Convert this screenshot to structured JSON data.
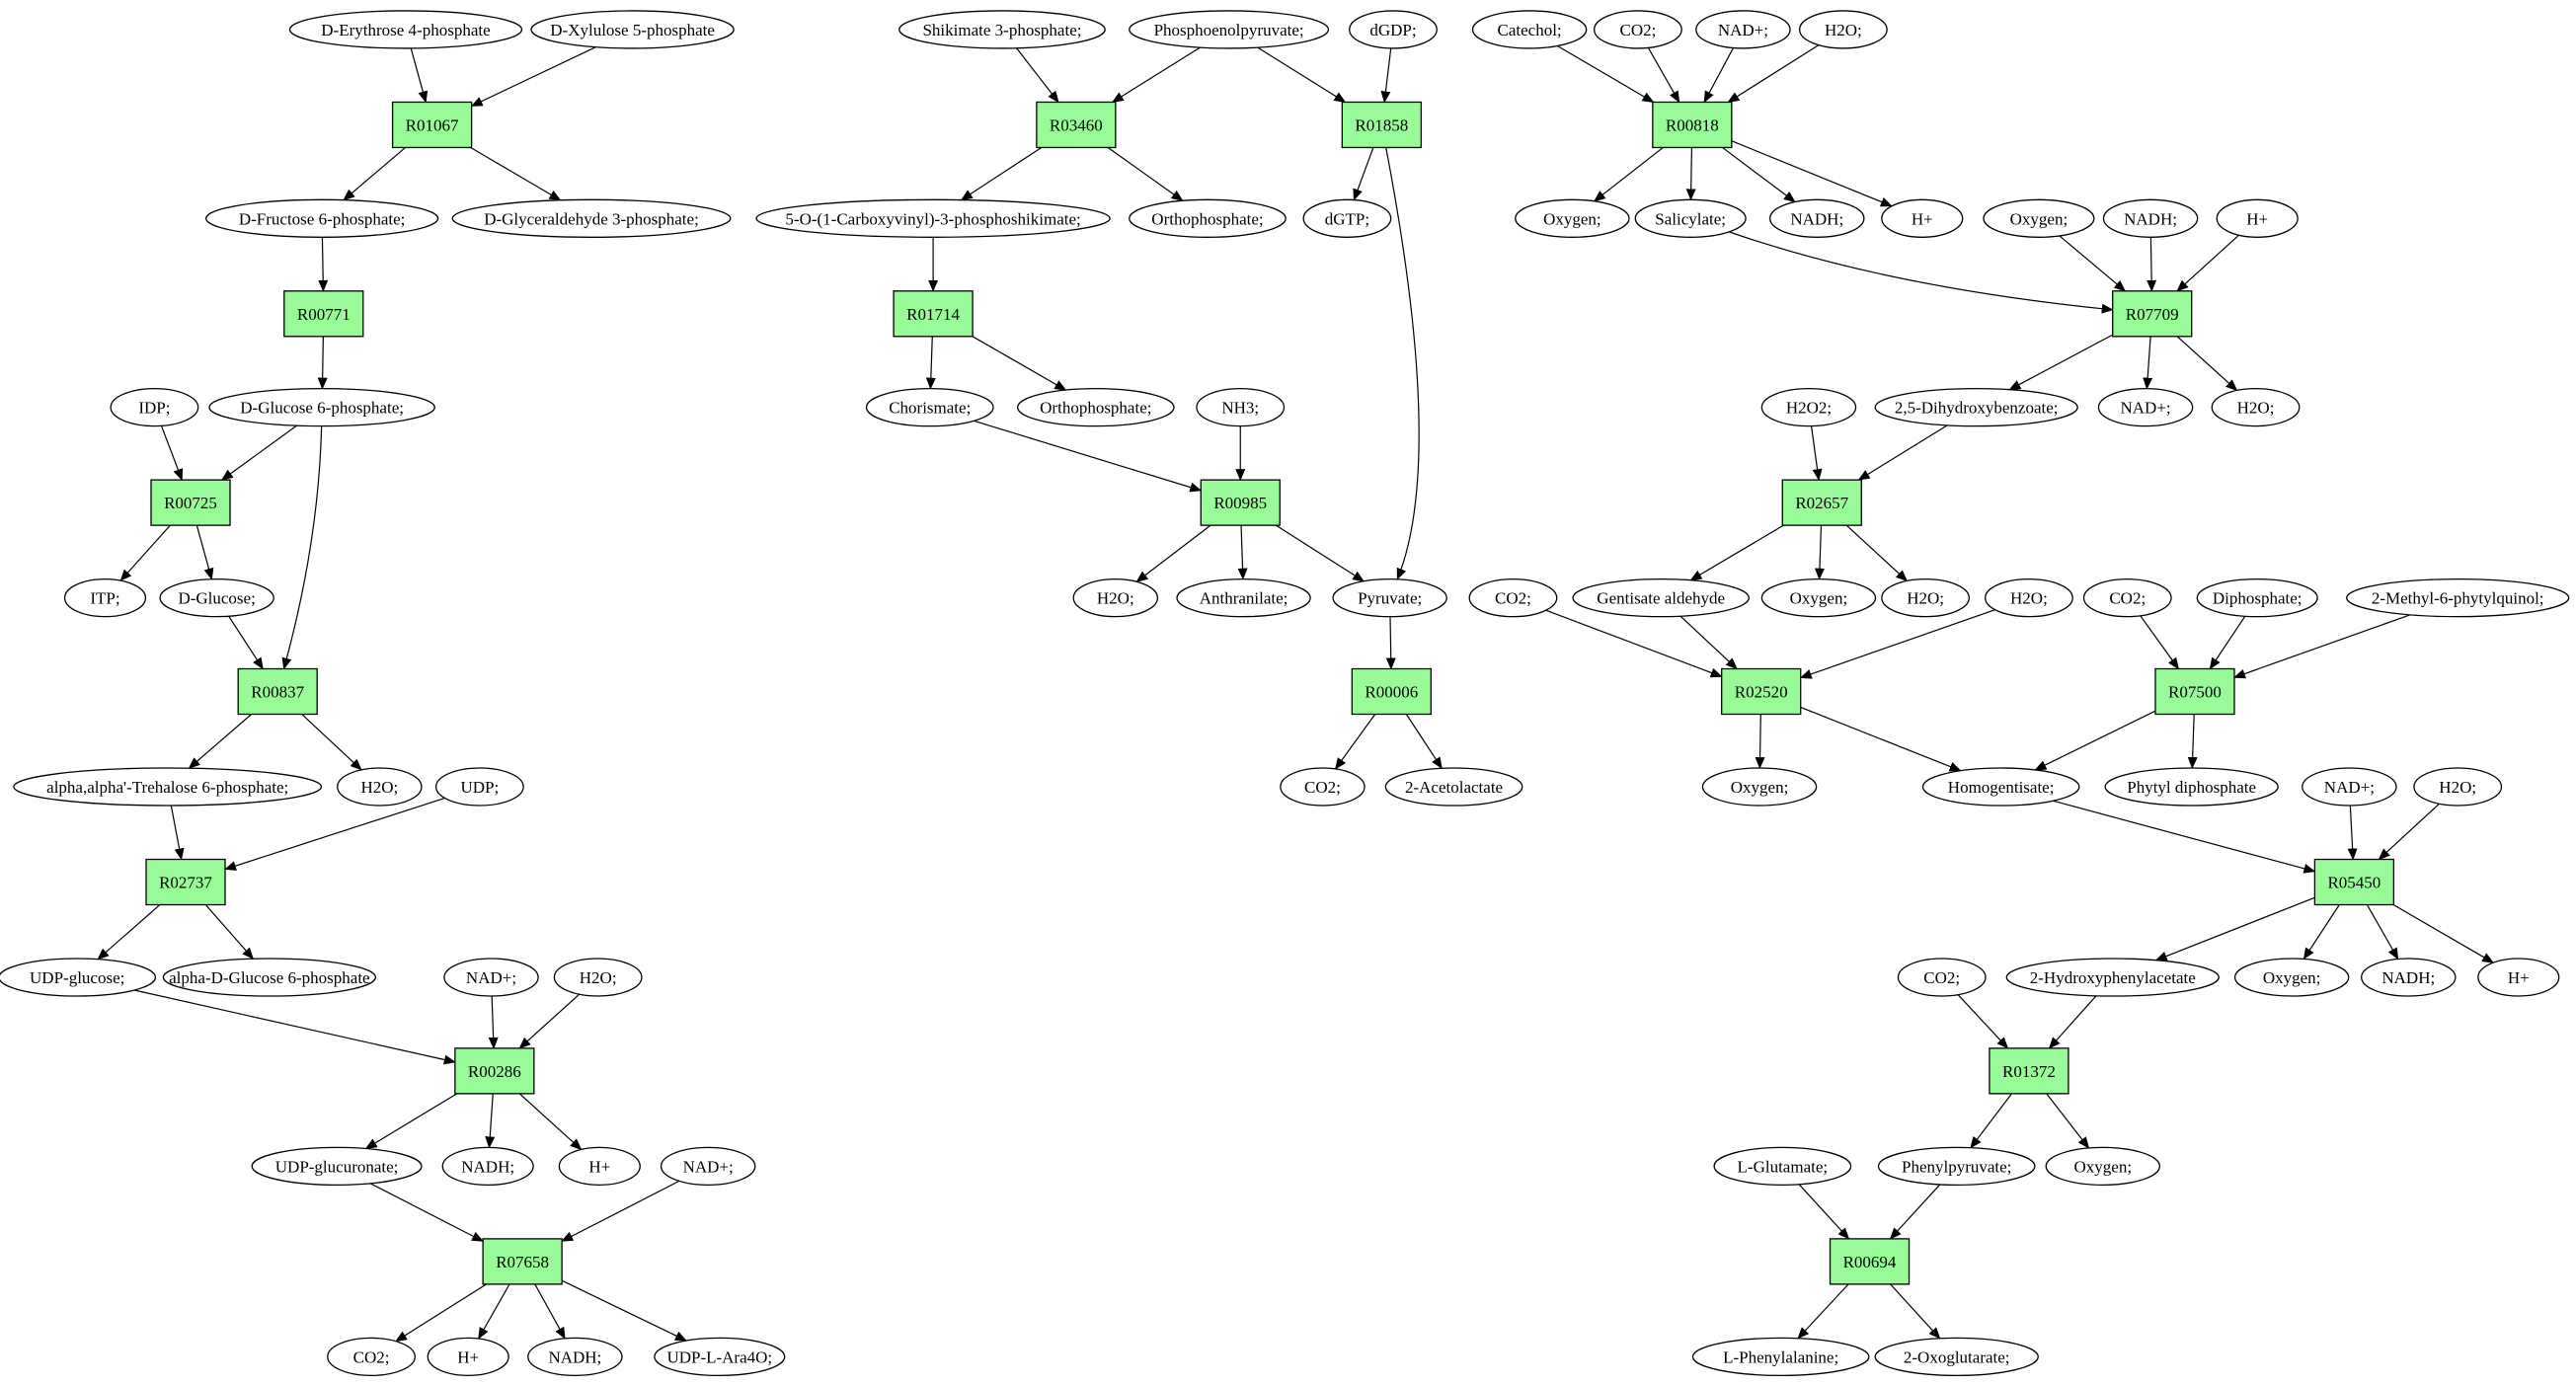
{
  "colors": {
    "reaction_fill": "#98fb98",
    "start_fill": "#00ee00",
    "target_fill": "#ffff00",
    "default_fill": "#ffffff",
    "stroke": "#000000"
  },
  "reactions": [
    {
      "id": "R01067",
      "label": "R01067"
    },
    {
      "id": "R00771",
      "label": "R00771"
    },
    {
      "id": "R00725",
      "label": "R00725"
    },
    {
      "id": "R00837",
      "label": "R00837"
    },
    {
      "id": "R02737",
      "label": "R02737"
    },
    {
      "id": "R00286",
      "label": "R00286"
    },
    {
      "id": "R07658",
      "label": "R07658"
    },
    {
      "id": "R03460",
      "label": "R03460"
    },
    {
      "id": "R01858",
      "label": "R01858"
    },
    {
      "id": "R01714",
      "label": "R01714"
    },
    {
      "id": "R00985",
      "label": "R00985"
    },
    {
      "id": "R00006",
      "label": "R00006"
    },
    {
      "id": "R00818",
      "label": "R00818"
    },
    {
      "id": "R07709",
      "label": "R07709"
    },
    {
      "id": "R02657",
      "label": "R02657"
    },
    {
      "id": "R02520",
      "label": "R02520"
    },
    {
      "id": "R07500",
      "label": "R07500"
    },
    {
      "id": "R05450",
      "label": "R05450"
    },
    {
      "id": "R01372",
      "label": "R01372"
    },
    {
      "id": "R00694",
      "label": "R00694"
    }
  ],
  "metabolites": [
    {
      "id": "m1",
      "label": "D-Erythrose 4-phosphate",
      "role": "start"
    },
    {
      "id": "m2",
      "label": "D-Xylulose 5-phosphate"
    },
    {
      "id": "m3",
      "label": "D-Fructose 6-phosphate;"
    },
    {
      "id": "m4",
      "label": "D-Glyceraldehyde 3-phosphate;"
    },
    {
      "id": "m5",
      "label": "D-Glucose 6-phosphate;"
    },
    {
      "id": "m6",
      "label": "IDP;"
    },
    {
      "id": "m7",
      "label": "ITP;"
    },
    {
      "id": "m8",
      "label": "D-Glucose;"
    },
    {
      "id": "m9",
      "label": "alpha,alpha'-Trehalose 6-phosphate;"
    },
    {
      "id": "m10",
      "label": "H2O;"
    },
    {
      "id": "m11",
      "label": "UDP;"
    },
    {
      "id": "m12",
      "label": "UDP-glucose;"
    },
    {
      "id": "m13",
      "label": "alpha-D-Glucose 6-phosphate"
    },
    {
      "id": "m14",
      "label": "NAD+;"
    },
    {
      "id": "m15",
      "label": "H2O;"
    },
    {
      "id": "m16",
      "label": "UDP-glucuronate;"
    },
    {
      "id": "m17",
      "label": "NADH;"
    },
    {
      "id": "m18",
      "label": "H+"
    },
    {
      "id": "m19",
      "label": "NAD+;"
    },
    {
      "id": "m20",
      "label": "CO2;"
    },
    {
      "id": "m21",
      "label": "H+"
    },
    {
      "id": "m22",
      "label": "NADH;"
    },
    {
      "id": "m23",
      "label": "UDP-L-Ara4O;"
    },
    {
      "id": "m24",
      "label": "Shikimate 3-phosphate;"
    },
    {
      "id": "m25",
      "label": "Phosphoenolpyruvate;",
      "role": "start"
    },
    {
      "id": "m26",
      "label": "dGDP;"
    },
    {
      "id": "m27",
      "label": "5-O-(1-Carboxyvinyl)-3-phosphoshikimate;"
    },
    {
      "id": "m28",
      "label": "Orthophosphate;"
    },
    {
      "id": "m29",
      "label": "dGTP;"
    },
    {
      "id": "m30",
      "label": "Chorismate;"
    },
    {
      "id": "m31",
      "label": "Orthophosphate;"
    },
    {
      "id": "m32",
      "label": "NH3;"
    },
    {
      "id": "m33",
      "label": "H2O;"
    },
    {
      "id": "m34",
      "label": "Anthranilate;"
    },
    {
      "id": "m35",
      "label": "Pyruvate;"
    },
    {
      "id": "m36",
      "label": "CO2;"
    },
    {
      "id": "m37",
      "label": "2-Acetolactate"
    },
    {
      "id": "m38",
      "label": "Catechol;"
    },
    {
      "id": "m39",
      "label": "CO2;"
    },
    {
      "id": "m40",
      "label": "NAD+;"
    },
    {
      "id": "m41",
      "label": "H2O;"
    },
    {
      "id": "m42",
      "label": "Oxygen;"
    },
    {
      "id": "m43",
      "label": "Salicylate;"
    },
    {
      "id": "m44",
      "label": "NADH;"
    },
    {
      "id": "m45",
      "label": "H+"
    },
    {
      "id": "m46",
      "label": "Oxygen;"
    },
    {
      "id": "m47",
      "label": "NADH;"
    },
    {
      "id": "m48",
      "label": "H+"
    },
    {
      "id": "m49",
      "label": "H2O2;"
    },
    {
      "id": "m50",
      "label": "2,5-Dihydroxybenzoate;"
    },
    {
      "id": "m51",
      "label": "NAD+;"
    },
    {
      "id": "m52",
      "label": "H2O;"
    },
    {
      "id": "m53",
      "label": "Gentisate aldehyde"
    },
    {
      "id": "m54",
      "label": "Oxygen;"
    },
    {
      "id": "m55",
      "label": "H2O;"
    },
    {
      "id": "m56",
      "label": "CO2;"
    },
    {
      "id": "m57",
      "label": "H2O;"
    },
    {
      "id": "m58",
      "label": "CO2;"
    },
    {
      "id": "m59",
      "label": "Diphosphate;"
    },
    {
      "id": "m60",
      "label": "2-Methyl-6-phytylquinol;"
    },
    {
      "id": "m61",
      "label": "Oxygen;"
    },
    {
      "id": "m62",
      "label": "Homogentisate;"
    },
    {
      "id": "m63",
      "label": "Phytyl diphosphate"
    },
    {
      "id": "m64",
      "label": "NAD+;"
    },
    {
      "id": "m65",
      "label": "H2O;"
    },
    {
      "id": "m66",
      "label": "CO2;"
    },
    {
      "id": "m67",
      "label": "2-Hydroxyphenylacetate"
    },
    {
      "id": "m68",
      "label": "Oxygen;"
    },
    {
      "id": "m69",
      "label": "NADH;"
    },
    {
      "id": "m70",
      "label": "H+"
    },
    {
      "id": "m71",
      "label": "L-Glutamate;"
    },
    {
      "id": "m72",
      "label": "Phenylpyruvate;"
    },
    {
      "id": "m73",
      "label": "Oxygen;"
    },
    {
      "id": "m74",
      "label": "L-Phenylalanine;",
      "role": "target"
    },
    {
      "id": "m75",
      "label": "2-Oxoglutarate;"
    }
  ],
  "edges": [
    [
      "m1",
      "R01067"
    ],
    [
      "m2",
      "R01067"
    ],
    [
      "R01067",
      "m3"
    ],
    [
      "R01067",
      "m4"
    ],
    [
      "m3",
      "R00771"
    ],
    [
      "R00771",
      "m5"
    ],
    [
      "m6",
      "R00725"
    ],
    [
      "m5",
      "R00725"
    ],
    [
      "R00725",
      "m7"
    ],
    [
      "R00725",
      "m8"
    ],
    [
      "m5",
      "R00837"
    ],
    [
      "m8",
      "R00837"
    ],
    [
      "R00837",
      "m9"
    ],
    [
      "R00837",
      "m10"
    ],
    [
      "m9",
      "R02737"
    ],
    [
      "m11",
      "R02737"
    ],
    [
      "R02737",
      "m12"
    ],
    [
      "R02737",
      "m13"
    ],
    [
      "m12",
      "R00286"
    ],
    [
      "m14",
      "R00286"
    ],
    [
      "m15",
      "R00286"
    ],
    [
      "R00286",
      "m16"
    ],
    [
      "R00286",
      "m17"
    ],
    [
      "R00286",
      "m18"
    ],
    [
      "m16",
      "R07658"
    ],
    [
      "m19",
      "R07658"
    ],
    [
      "R07658",
      "m20"
    ],
    [
      "R07658",
      "m21"
    ],
    [
      "R07658",
      "m22"
    ],
    [
      "R07658",
      "m23"
    ],
    [
      "m24",
      "R03460"
    ],
    [
      "m25",
      "R03460"
    ],
    [
      "R03460",
      "m27"
    ],
    [
      "R03460",
      "m28"
    ],
    [
      "m25",
      "R01858"
    ],
    [
      "m26",
      "R01858"
    ],
    [
      "R01858",
      "m29"
    ],
    [
      "R01858",
      "m35"
    ],
    [
      "m27",
      "R01714"
    ],
    [
      "R01714",
      "m30"
    ],
    [
      "R01714",
      "m31"
    ],
    [
      "m30",
      "R00985"
    ],
    [
      "m32",
      "R00985"
    ],
    [
      "R00985",
      "m33"
    ],
    [
      "R00985",
      "m34"
    ],
    [
      "R00985",
      "m35"
    ],
    [
      "m35",
      "R00006"
    ],
    [
      "R00006",
      "m36"
    ],
    [
      "R00006",
      "m37"
    ],
    [
      "m38",
      "R00818"
    ],
    [
      "m39",
      "R00818"
    ],
    [
      "m40",
      "R00818"
    ],
    [
      "m41",
      "R00818"
    ],
    [
      "R00818",
      "m42"
    ],
    [
      "R00818",
      "m43"
    ],
    [
      "R00818",
      "m44"
    ],
    [
      "R00818",
      "m45"
    ],
    [
      "m43",
      "R07709"
    ],
    [
      "m46",
      "R07709"
    ],
    [
      "m47",
      "R07709"
    ],
    [
      "m48",
      "R07709"
    ],
    [
      "R07709",
      "m50"
    ],
    [
      "R07709",
      "m51"
    ],
    [
      "R07709",
      "m52"
    ],
    [
      "m49",
      "R02657"
    ],
    [
      "m50",
      "R02657"
    ],
    [
      "R02657",
      "m53"
    ],
    [
      "R02657",
      "m54"
    ],
    [
      "R02657",
      "m55"
    ],
    [
      "m56",
      "R02520"
    ],
    [
      "m53",
      "R02520"
    ],
    [
      "m57",
      "R02520"
    ],
    [
      "R02520",
      "m61"
    ],
    [
      "R02520",
      "m62"
    ],
    [
      "m58",
      "R07500"
    ],
    [
      "m59",
      "R07500"
    ],
    [
      "m60",
      "R07500"
    ],
    [
      "R07500",
      "m62"
    ],
    [
      "R07500",
      "m63"
    ],
    [
      "m62",
      "R05450"
    ],
    [
      "m64",
      "R05450"
    ],
    [
      "m65",
      "R05450"
    ],
    [
      "R05450",
      "m67"
    ],
    [
      "R05450",
      "m68"
    ],
    [
      "R05450",
      "m69"
    ],
    [
      "R05450",
      "m70"
    ],
    [
      "m66",
      "R01372"
    ],
    [
      "m67",
      "R01372"
    ],
    [
      "R01372",
      "m72"
    ],
    [
      "R01372",
      "m73"
    ],
    [
      "m71",
      "R00694"
    ],
    [
      "m72",
      "R00694"
    ],
    [
      "R00694",
      "m74"
    ],
    [
      "R00694",
      "m75"
    ]
  ]
}
